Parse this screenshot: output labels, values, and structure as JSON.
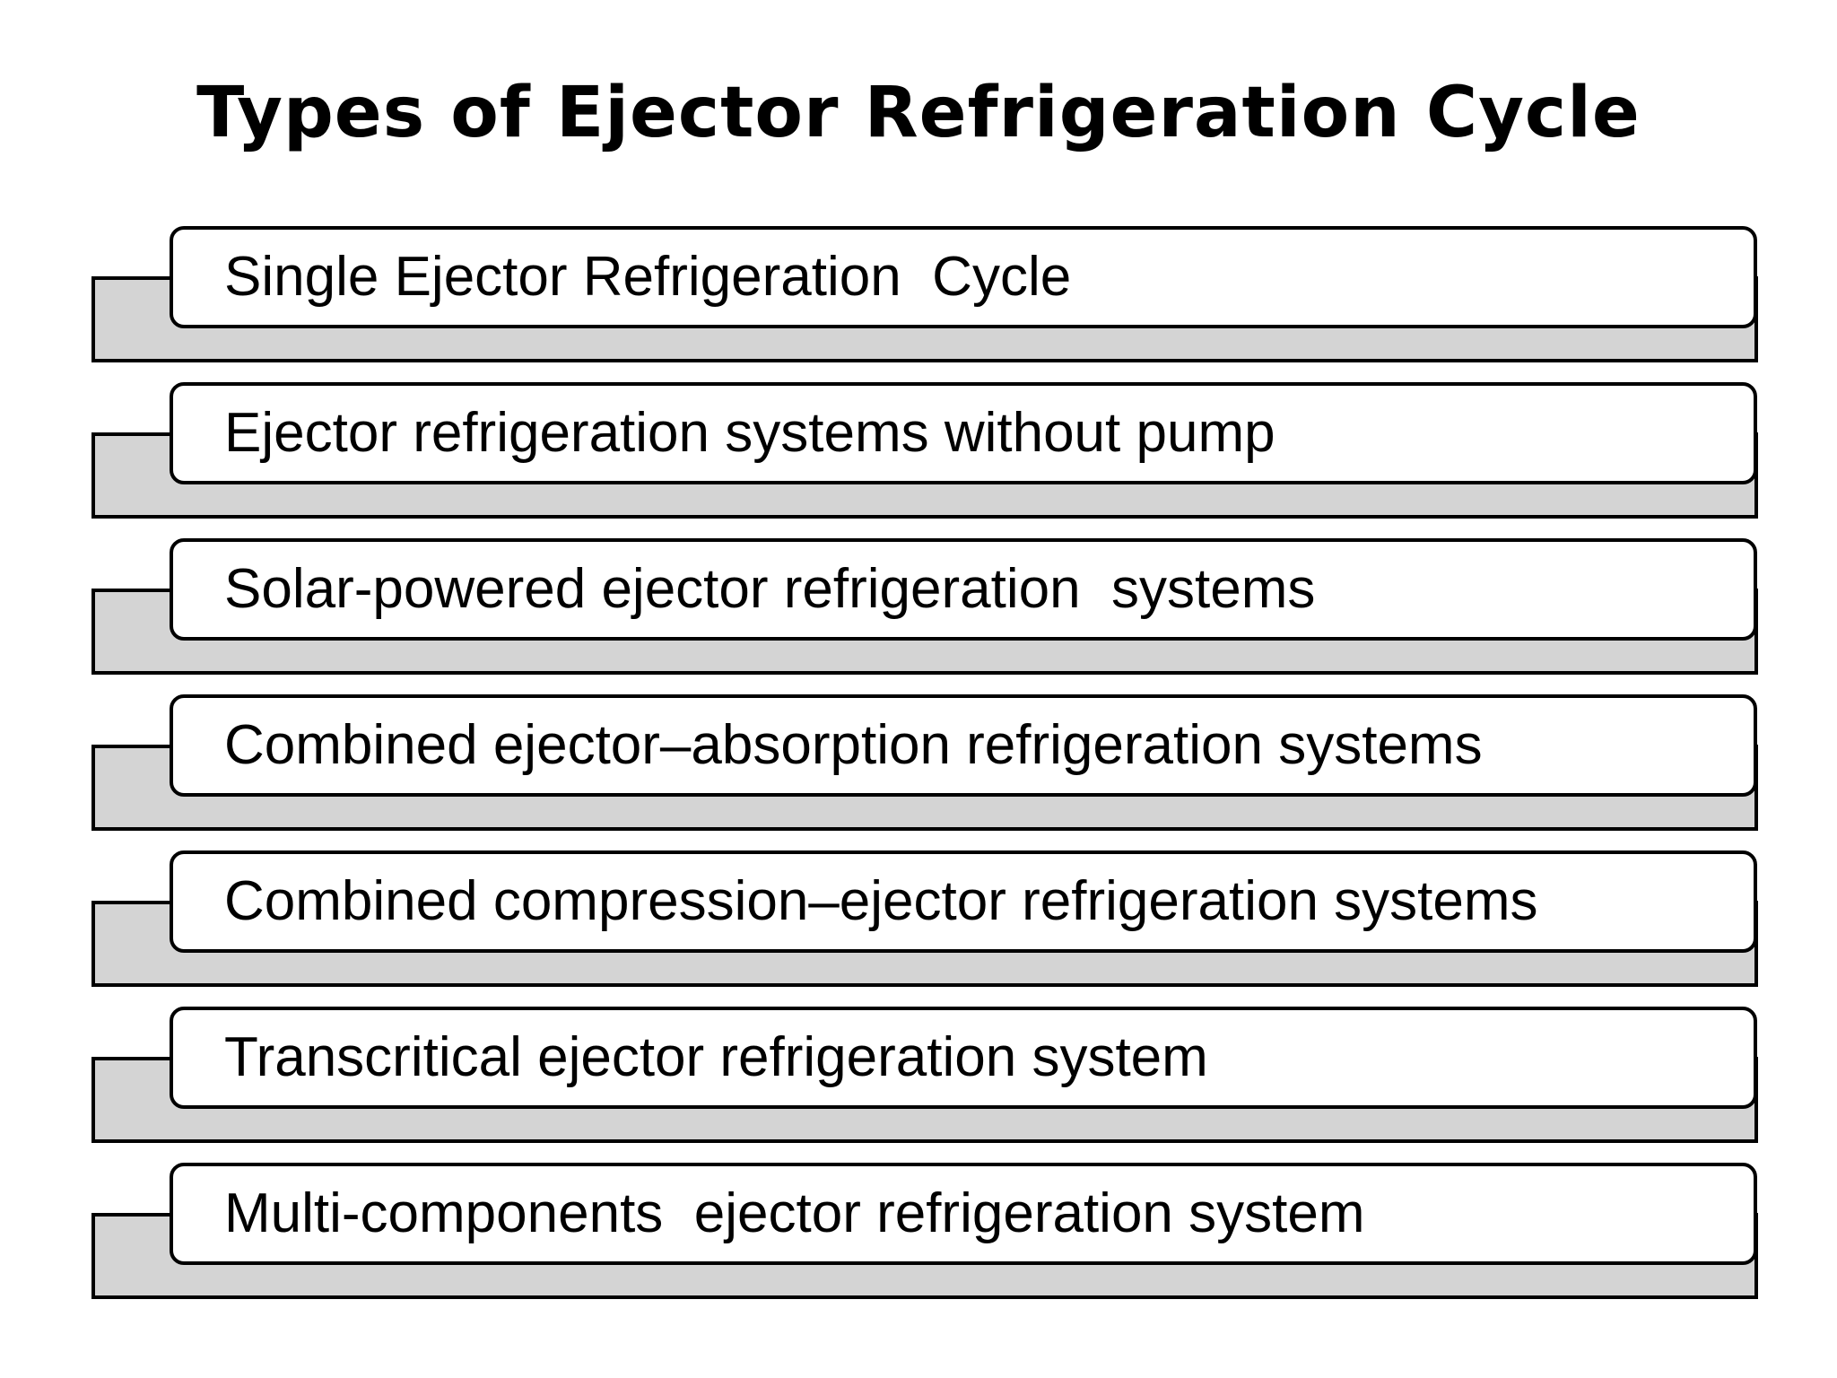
{
  "title": "Types of Ejector Refrigeration Cycle",
  "items": [
    {
      "label": "Single Ejector Refrigeration  Cycle"
    },
    {
      "label": "Ejector refrigeration systems without pump"
    },
    {
      "label": "Solar-powered ejector refrigeration  systems"
    },
    {
      "label": "Combined ejector–absorption refrigeration systems"
    },
    {
      "label": "Combined compression–ejector refrigeration systems"
    },
    {
      "label": "Transcritical ejector refrigeration system"
    },
    {
      "label": "Multi-components  ejector refrigeration system"
    }
  ],
  "colors": {
    "card_fill": "#ffffff",
    "shadow_fill": "#d4d4d4",
    "stroke": "#000000",
    "text": "#000000"
  }
}
